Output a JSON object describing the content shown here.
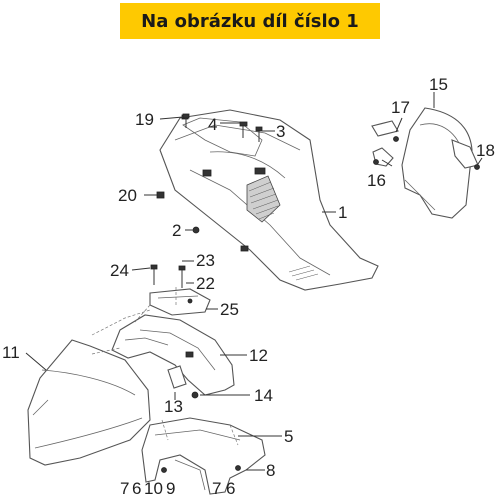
{
  "header": {
    "text": "Na obrázku díl číslo 1",
    "background": "#fec901"
  },
  "callouts": [
    "1",
    "2",
    "3",
    "4",
    "5",
    "6",
    "7",
    "8",
    "9",
    "10",
    "11",
    "12",
    "13",
    "14",
    "15",
    "16",
    "17",
    "18",
    "19",
    "20",
    "22",
    "23",
    "24",
    "25"
  ],
  "bottom_labels": [
    "7",
    "6",
    "10",
    "9",
    "7",
    "6"
  ]
}
